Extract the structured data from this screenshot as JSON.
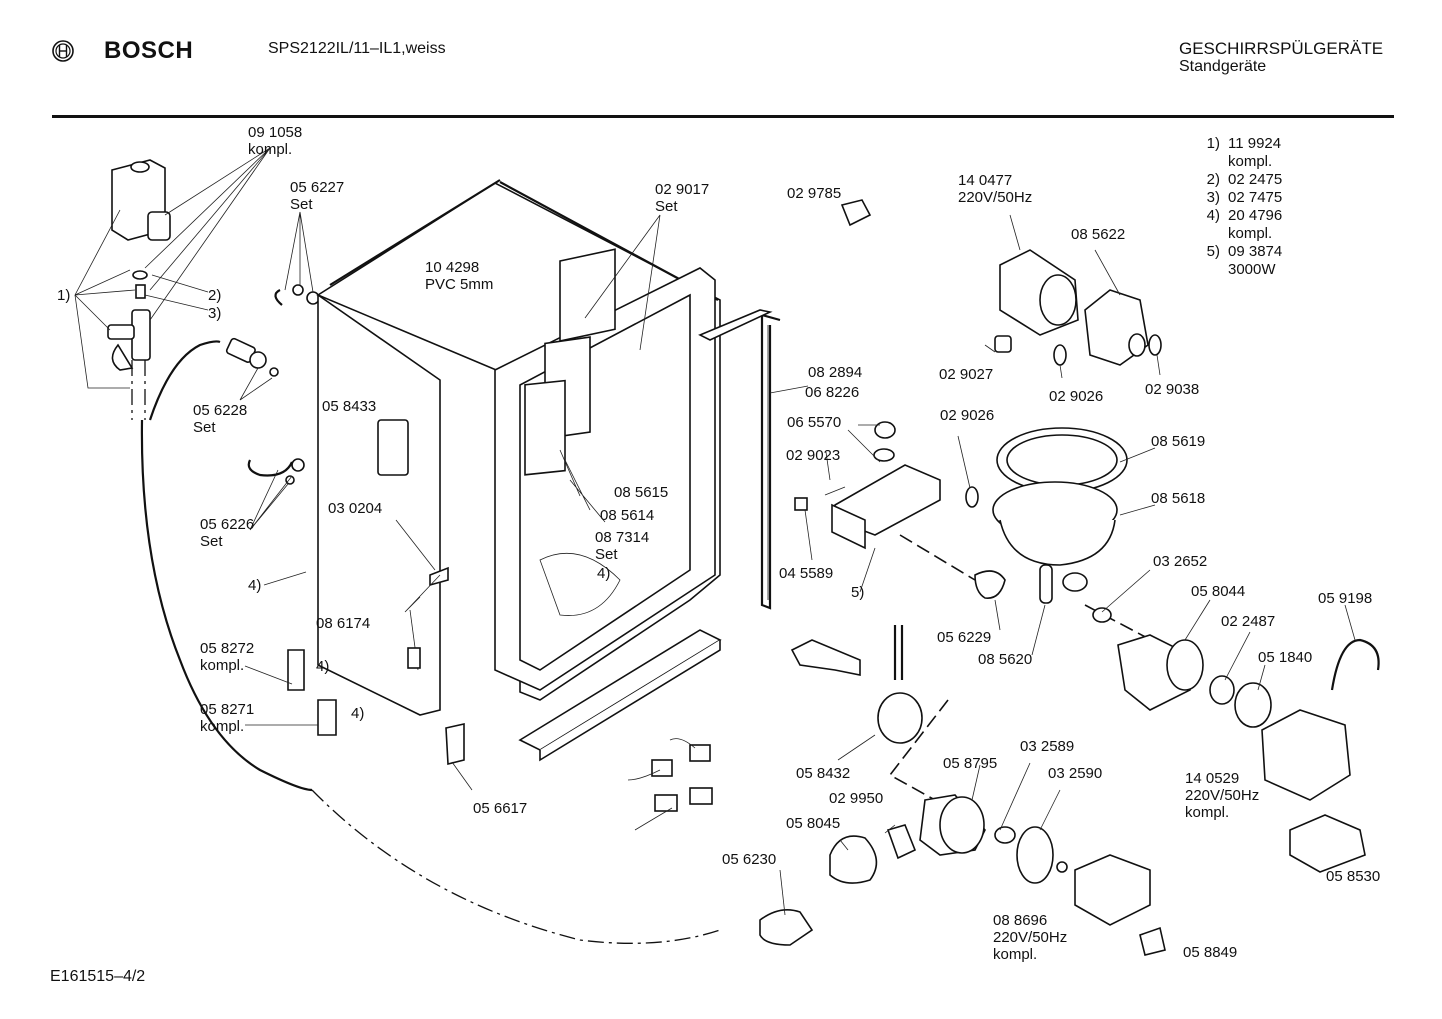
{
  "header": {
    "brand": "BOSCH",
    "brand_logo_icon": "bosch-armature-logo-icon",
    "model": "SPS2122IL/11–IL1,weiss",
    "category": "GESCHIRRSPÜLGERÄTE",
    "subcategory": "Standgeräte"
  },
  "legend": [
    {
      "key": "1)",
      "lines": [
        "11 9924",
        "kompl."
      ]
    },
    {
      "key": "2)",
      "lines": [
        "02 2475"
      ]
    },
    {
      "key": "3)",
      "lines": [
        "02 7475"
      ]
    },
    {
      "key": "4)",
      "lines": [
        "20 4796",
        "kompl."
      ]
    },
    {
      "key": "5)",
      "lines": [
        "09 3874",
        "3000W"
      ]
    }
  ],
  "callouts": [
    {
      "id": "c091058",
      "text": "09 1058\nkompl."
    },
    {
      "id": "c056227",
      "text": "05 6227\nSet"
    },
    {
      "id": "c1",
      "text": "1)"
    },
    {
      "id": "c2",
      "text": "2)"
    },
    {
      "id": "c3",
      "text": "3)"
    },
    {
      "id": "c056228",
      "text": "05 6228\nSet"
    },
    {
      "id": "c104298",
      "text": "10 4298\nPVC 5mm"
    },
    {
      "id": "c029017",
      "text": "02 9017\nSet"
    },
    {
      "id": "c058433",
      "text": "05 8433"
    },
    {
      "id": "c056226",
      "text": "05 6226\nSet"
    },
    {
      "id": "c030204",
      "text": "03 0204"
    },
    {
      "id": "c4a",
      "text": "4)"
    },
    {
      "id": "c086174",
      "text": "08 6174"
    },
    {
      "id": "c058272",
      "text": "05 8272\nkompl."
    },
    {
      "id": "c4b",
      "text": "4)"
    },
    {
      "id": "c058271",
      "text": "05 8271\nkompl."
    },
    {
      "id": "c4c",
      "text": "4)"
    },
    {
      "id": "c085615",
      "text": "08 5615"
    },
    {
      "id": "c085614",
      "text": "08 5614"
    },
    {
      "id": "c087314",
      "text": "08 7314\nSet"
    },
    {
      "id": "c4d",
      "text": "4)"
    },
    {
      "id": "c056617",
      "text": "05 6617"
    },
    {
      "id": "c029785",
      "text": "02 9785"
    },
    {
      "id": "c082894",
      "text": "08 2894"
    },
    {
      "id": "c068226",
      "text": "06 8226"
    },
    {
      "id": "c065570",
      "text": "06 5570"
    },
    {
      "id": "c029023",
      "text": "02 9023"
    },
    {
      "id": "c045589",
      "text": "04 5589"
    },
    {
      "id": "c5",
      "text": "5)"
    },
    {
      "id": "c140477",
      "text": "14 0477\n220V/50Hz"
    },
    {
      "id": "c085622",
      "text": "08 5622"
    },
    {
      "id": "c029027",
      "text": "02 9027"
    },
    {
      "id": "c029026a",
      "text": "02 9026"
    },
    {
      "id": "c029038",
      "text": "02 9038"
    },
    {
      "id": "c029026b",
      "text": "02 9026"
    },
    {
      "id": "c085619",
      "text": "08 5619"
    },
    {
      "id": "c085618",
      "text": "08 5618"
    },
    {
      "id": "c032652",
      "text": "03 2652"
    },
    {
      "id": "c056229",
      "text": "05 6229"
    },
    {
      "id": "c085620",
      "text": "08 5620"
    },
    {
      "id": "c058044",
      "text": "05 8044"
    },
    {
      "id": "c022487",
      "text": "02 2487"
    },
    {
      "id": "c059198",
      "text": "05 9198"
    },
    {
      "id": "c051840",
      "text": "05 1840"
    },
    {
      "id": "c140529",
      "text": "14 0529\n220V/50Hz\nkompl."
    },
    {
      "id": "c058530",
      "text": "05 8530"
    },
    {
      "id": "c058432",
      "text": "05 8432"
    },
    {
      "id": "c058795",
      "text": "05 8795"
    },
    {
      "id": "c032589",
      "text": "03 2589"
    },
    {
      "id": "c032590",
      "text": "03 2590"
    },
    {
      "id": "c029950",
      "text": "02 9950"
    },
    {
      "id": "c058045",
      "text": "05 8045"
    },
    {
      "id": "c056230",
      "text": "05 6230"
    },
    {
      "id": "c088696",
      "text": "08 8696\n220V/50Hz\nkompl."
    },
    {
      "id": "c058849",
      "text": "05 8849"
    }
  ],
  "footer": {
    "drawing_id": "E161515–4/2"
  }
}
